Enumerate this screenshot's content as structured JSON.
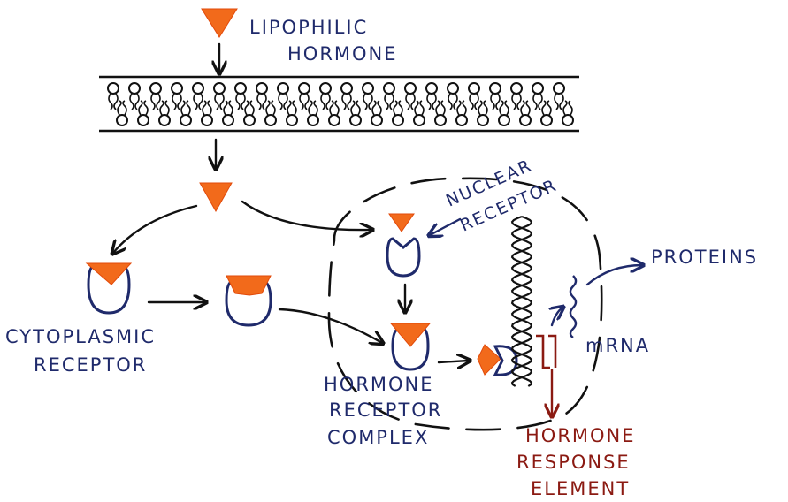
{
  "labels": {
    "lipophilic": "LIPOPHILIC",
    "hormone": "HORMONE",
    "nuclear": "NUCLEAR",
    "receptor": "RECEPTOR",
    "proteins": "PROTEINS",
    "cytoplasmic": "CYTOPLASMIC",
    "cyto_receptor": "RECEPTOR",
    "complex_hormone": "HORMONE",
    "complex_receptor": "RECEPTOR",
    "complex_complex": "COMPLEX",
    "mrna": "mRNA",
    "hre_hormone": "HORMONE",
    "hre_response": "RESPONSE",
    "hre_element": "ELEMENT"
  },
  "colors": {
    "hormone": "#f26a1b",
    "label_blue": "#1f2a6b",
    "label_red": "#8b1a12",
    "line": "#111111"
  }
}
